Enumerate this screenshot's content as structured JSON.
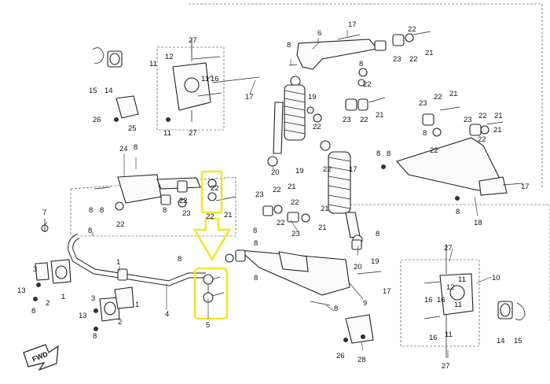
{
  "callouts": {
    "c1a": "1",
    "c1b": "1",
    "c1c": "1",
    "c2a": "2",
    "c2b": "2",
    "c3a": "3",
    "c3b": "3",
    "c4": "4",
    "c5": "5",
    "c6": "6",
    "c7": "7",
    "c8a": "8",
    "c8b": "8",
    "c8c": "8",
    "c8d": "8",
    "c8e": "8",
    "c8f": "8",
    "c8g": "8",
    "c8h": "8",
    "c8i": "8",
    "c8j": "8",
    "c8k": "8",
    "c8l": "8",
    "c8m": "8",
    "c8n": "8",
    "c9": "9",
    "c10": "10",
    "c11a": "11",
    "c11b": "11",
    "c11c": "11",
    "c11d": "11",
    "c12": "12",
    "c13a": "13",
    "c13b": "13",
    "c14a": "14",
    "c14b": "14",
    "c15a": "15",
    "c15b": "15",
    "c16a": "16",
    "c16b": "16",
    "c16c": "16",
    "c16d": "16",
    "c17a": "17",
    "c17b": "17",
    "c17c": "17",
    "c18": "18",
    "c19a": "19",
    "c19b": "19",
    "c19c": "19",
    "c20a": "20",
    "c20b": "20",
    "c21a": "21",
    "c21b": "21",
    "c21c": "21",
    "c21d": "21",
    "c21e": "21",
    "c21f": "21",
    "c21g": "21",
    "c22a": "22",
    "c22b": "22",
    "c22c": "22",
    "c22d": "22",
    "c22e": "22",
    "c22f": "22",
    "c22g": "22",
    "c22h": "22",
    "c22i": "22",
    "c22j": "22",
    "c22k": "22",
    "c22l": "22",
    "c22m": "22",
    "c22n": "22",
    "c23a": "23",
    "c23b": "23",
    "c23c": "23",
    "c23d": "23",
    "c23e": "23",
    "c23f": "23",
    "c23g": "23",
    "c23h": "23",
    "c24": "24",
    "c25": "25",
    "c26a": "26",
    "c26b": "26",
    "c27a": "27",
    "c27b": "27",
    "c27c": "27",
    "c28": "28"
  },
  "fwd_label": "FWD",
  "highlight_color": "#f2e52a"
}
